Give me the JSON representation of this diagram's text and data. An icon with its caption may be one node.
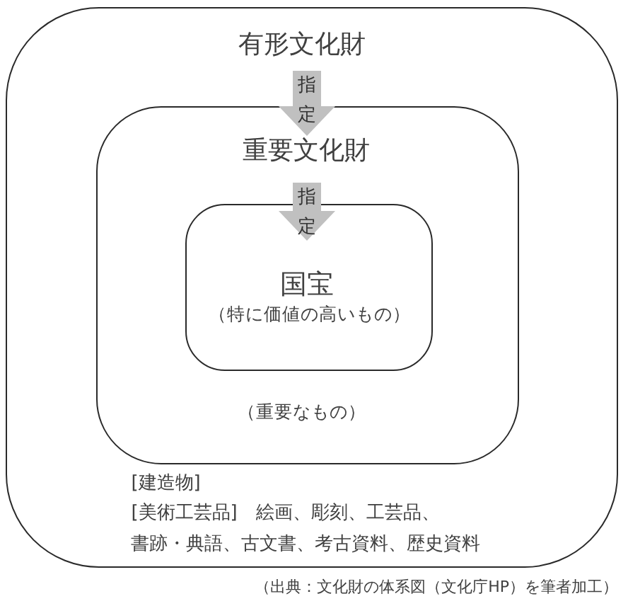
{
  "diagram": {
    "caption": "（出典：文化財の体系図（文化庁HP）を筆者加工）",
    "nodes": [
      {
        "text": [
          "有形文化財",
          "[建造物]",
          "[美術工芸品]　絵画、彫刻、工芸品、書跡・典語、古文書、考古資料、歴史資料"
        ]
      },
      {
        "text": [
          "重要文化財",
          "（重要なもの）"
        ],
        "in": 0
      },
      {
        "text": [
          "国宝",
          "（特に価値の高いもの）"
        ],
        "in": 1
      }
    ],
    "edges": [
      {
        "from": null,
        "to": 1,
        "arrow": "to",
        "label": "指定"
      },
      {
        "from": null,
        "to": 2,
        "arrow": "to",
        "label": "指定"
      }
    ]
  }
}
